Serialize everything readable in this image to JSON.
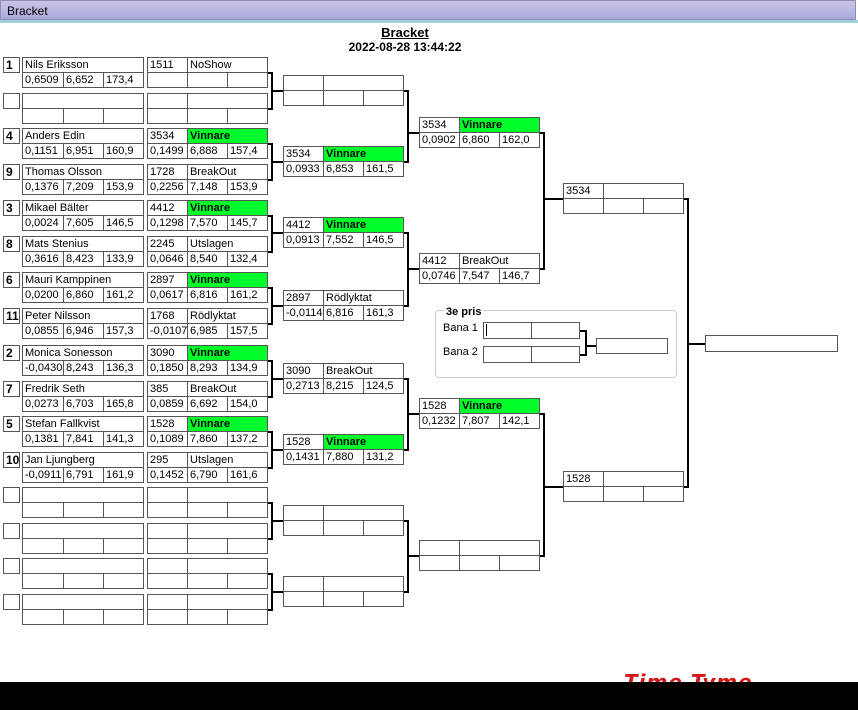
{
  "window": {
    "title": "Bracket"
  },
  "header": {
    "title": "Bracket",
    "datetime": "2022-08-28 13:44:22"
  },
  "third_place": {
    "title": "3e pris",
    "lane1": "Bana 1",
    "lane2": "Bana 2"
  },
  "logo_text": "Time Tyme",
  "seeds": [
    "1",
    "",
    "4",
    "9",
    "3",
    "8",
    "6",
    "11",
    "2",
    "7",
    "5",
    "10",
    "",
    "",
    "",
    ""
  ],
  "players": [
    {
      "name": "Nils Eriksson",
      "a": "0,6509",
      "b": "6,652",
      "c": "173,4"
    },
    {
      "name": "",
      "a": "",
      "b": "",
      "c": ""
    },
    {
      "name": "Anders Edin",
      "a": "0,1151",
      "b": "6,951",
      "c": "160,9"
    },
    {
      "name": "Thomas Olsson",
      "a": "0,1376",
      "b": "7,209",
      "c": "153,9"
    },
    {
      "name": "Mikael Bälter",
      "a": "0,0024",
      "b": "7,605",
      "c": "146,5"
    },
    {
      "name": "Mats Stenius",
      "a": "0,3616",
      "b": "8,423",
      "c": "133,9"
    },
    {
      "name": "Mauri Kamppinen",
      "a": "0,0200",
      "b": "6,860",
      "c": "161,2"
    },
    {
      "name": "Peter Nilsson",
      "a": "0,0855",
      "b": "6,946",
      "c": "157,3"
    },
    {
      "name": "Monica Sonesson",
      "a": "-0,0430",
      "b": "8,243",
      "c": "136,3"
    },
    {
      "name": "Fredrik Seth",
      "a": "0,0273",
      "b": "6,703",
      "c": "165,8"
    },
    {
      "name": "Stefan Fallkvist",
      "a": "0,1381",
      "b": "7,841",
      "c": "141,3"
    },
    {
      "name": "Jan Ljungberg",
      "a": "-0,0911",
      "b": "6,791",
      "c": "161,9"
    },
    {
      "name": "",
      "a": "",
      "b": "",
      "c": ""
    },
    {
      "name": "",
      "a": "",
      "b": "",
      "c": ""
    },
    {
      "name": "",
      "a": "",
      "b": "",
      "c": ""
    },
    {
      "name": "",
      "a": "",
      "b": "",
      "c": ""
    }
  ],
  "round1": [
    {
      "num": "1511",
      "status": "NoShow",
      "win": false,
      "a": "",
      "b": "",
      "c": ""
    },
    {
      "num": "",
      "status": "",
      "win": false,
      "a": "",
      "b": "",
      "c": ""
    },
    {
      "num": "3534",
      "status": "Vinnare",
      "win": true,
      "a": "0,1499",
      "b": "6,888",
      "c": "157,4"
    },
    {
      "num": "1728",
      "status": "BreakOut",
      "win": false,
      "a": "0,2256",
      "b": "7,148",
      "c": "153,9"
    },
    {
      "num": "4412",
      "status": "Vinnare",
      "win": true,
      "a": "0,1298",
      "b": "7,570",
      "c": "145,7"
    },
    {
      "num": "2245",
      "status": "Utslagen",
      "win": false,
      "a": "0,0646",
      "b": "8,540",
      "c": "132,4"
    },
    {
      "num": "2897",
      "status": "Vinnare",
      "win": true,
      "a": "0,0617",
      "b": "6,816",
      "c": "161,2"
    },
    {
      "num": "1768",
      "status": "Rödlyktat",
      "win": false,
      "a": "-0,0107",
      "b": "6,985",
      "c": "157,5"
    },
    {
      "num": "3090",
      "status": "Vinnare",
      "win": true,
      "a": "0,1850",
      "b": "8,293",
      "c": "134,9"
    },
    {
      "num": "385",
      "status": "BreakOut",
      "win": false,
      "a": "0,0859",
      "b": "6,692",
      "c": "154,0"
    },
    {
      "num": "1528",
      "status": "Vinnare",
      "win": true,
      "a": "0,1089",
      "b": "7,860",
      "c": "137,2"
    },
    {
      "num": "295",
      "status": "Utslagen",
      "win": false,
      "a": "0,1452",
      "b": "6,790",
      "c": "161,6"
    },
    {
      "num": "",
      "status": "",
      "win": false,
      "a": "",
      "b": "",
      "c": ""
    },
    {
      "num": "",
      "status": "",
      "win": false,
      "a": "",
      "b": "",
      "c": ""
    },
    {
      "num": "",
      "status": "",
      "win": false,
      "a": "",
      "b": "",
      "c": ""
    },
    {
      "num": "",
      "status": "",
      "win": false,
      "a": "",
      "b": "",
      "c": ""
    }
  ],
  "round2": [
    {
      "num": "",
      "status": "",
      "win": false,
      "a": "",
      "b": "",
      "c": ""
    },
    {
      "num": "3534",
      "status": "Vinnare",
      "win": true,
      "a": "0,0933",
      "b": "6,853",
      "c": "161,5"
    },
    {
      "num": "4412",
      "status": "Vinnare",
      "win": true,
      "a": "0,0913",
      "b": "7,552",
      "c": "146,5"
    },
    {
      "num": "2897",
      "status": "Rödlyktat",
      "win": false,
      "a": "-0,0114",
      "b": "6,816",
      "c": "161,3"
    },
    {
      "num": "3090",
      "status": "BreakOut",
      "win": false,
      "a": "0,2713",
      "b": "8,215",
      "c": "124,5"
    },
    {
      "num": "1528",
      "status": "Vinnare",
      "win": true,
      "a": "0,1431",
      "b": "7,880",
      "c": "131,2"
    },
    {
      "num": "",
      "status": "",
      "win": false,
      "a": "",
      "b": "",
      "c": ""
    },
    {
      "num": "",
      "status": "",
      "win": false,
      "a": "",
      "b": "",
      "c": ""
    }
  ],
  "round3": [
    {
      "num": "3534",
      "status": "Vinnare",
      "win": true,
      "a": "0,0902",
      "b": "6,860",
      "c": "162,0"
    },
    {
      "num": "4412",
      "status": "BreakOut",
      "win": false,
      "a": "0,0746",
      "b": "7,547",
      "c": "146,7"
    },
    {
      "num": "1528",
      "status": "Vinnare",
      "win": true,
      "a": "0,1232",
      "b": "7,807",
      "c": "142,1"
    },
    {
      "num": "",
      "status": "",
      "win": false,
      "a": "",
      "b": "",
      "c": ""
    }
  ],
  "round4": [
    {
      "num": "3534",
      "status": "",
      "win": false,
      "a": "",
      "b": "",
      "c": ""
    },
    {
      "num": "1528",
      "status": "",
      "win": false,
      "a": "",
      "b": "",
      "c": ""
    }
  ],
  "final": {
    "num": ""
  }
}
